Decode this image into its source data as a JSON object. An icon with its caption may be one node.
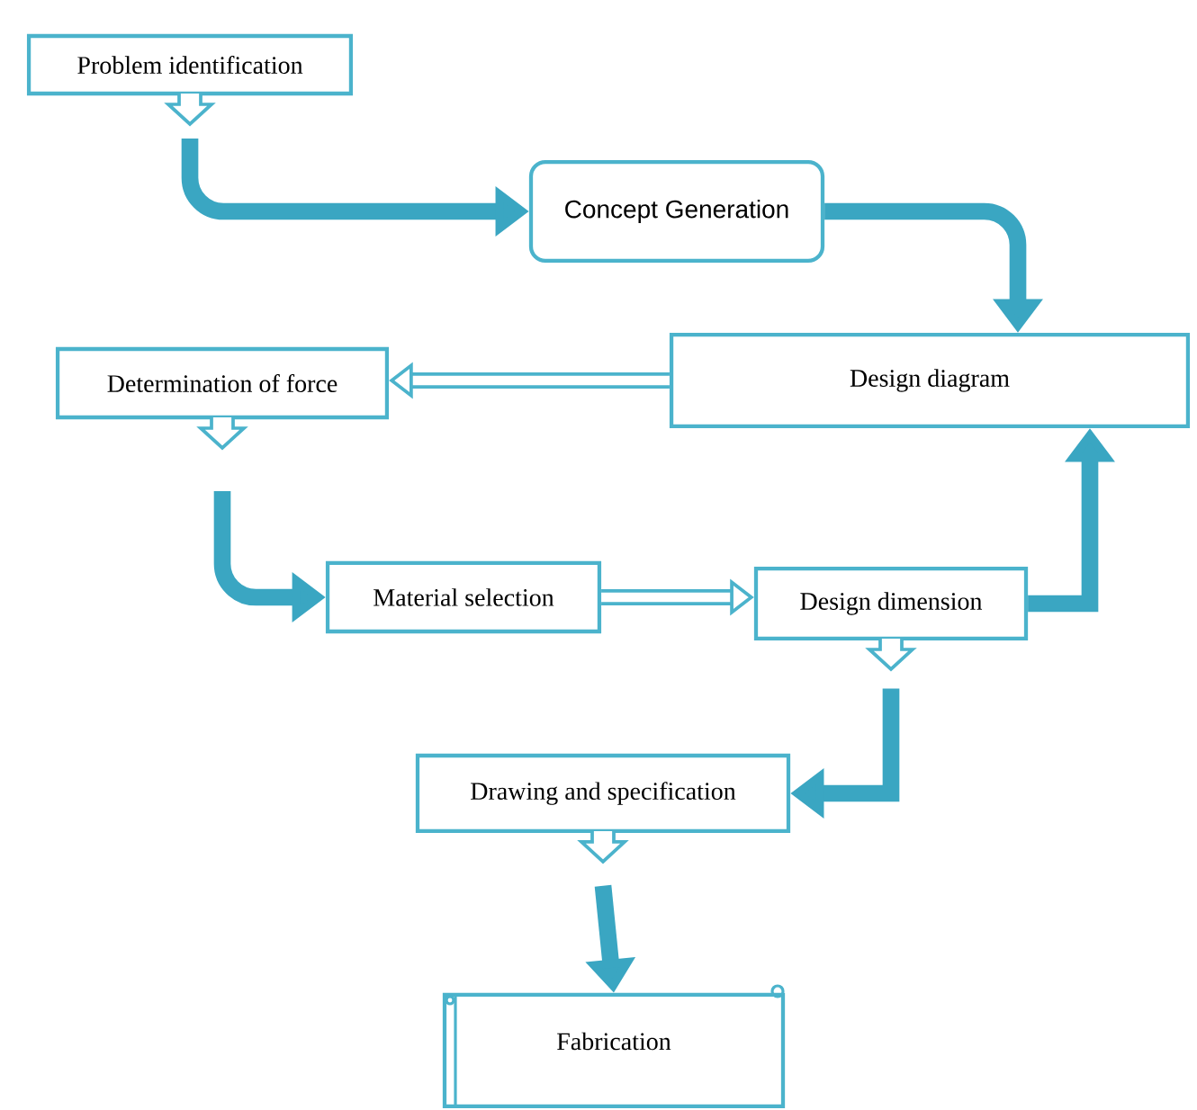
{
  "diagram": {
    "nodes": [
      {
        "text": [
          "Problem identification"
        ]
      },
      {
        "text": [
          "Concept Generation"
        ]
      },
      {
        "text": [
          "Design diagram"
        ]
      },
      {
        "text": [
          "Determination of force"
        ]
      },
      {
        "text": [
          "Material selection"
        ]
      },
      {
        "text": [
          "Design dimension"
        ]
      },
      {
        "text": [
          "Drawing and specification"
        ]
      },
      {
        "text": [
          "Fabrication"
        ]
      }
    ],
    "edges": [
      {
        "from": 0,
        "to": 1,
        "arrow": "to"
      },
      {
        "from": 1,
        "to": 2,
        "arrow": "to"
      },
      {
        "from": 2,
        "to": 3,
        "arrow": "to"
      },
      {
        "from": 3,
        "to": 4,
        "arrow": "to"
      },
      {
        "from": 4,
        "to": 5,
        "arrow": "to"
      },
      {
        "from": 5,
        "to": 2,
        "arrow": "to"
      },
      {
        "from": 5,
        "to": 6,
        "arrow": "to"
      },
      {
        "from": 6,
        "to": 7,
        "arrow": "to"
      }
    ]
  }
}
